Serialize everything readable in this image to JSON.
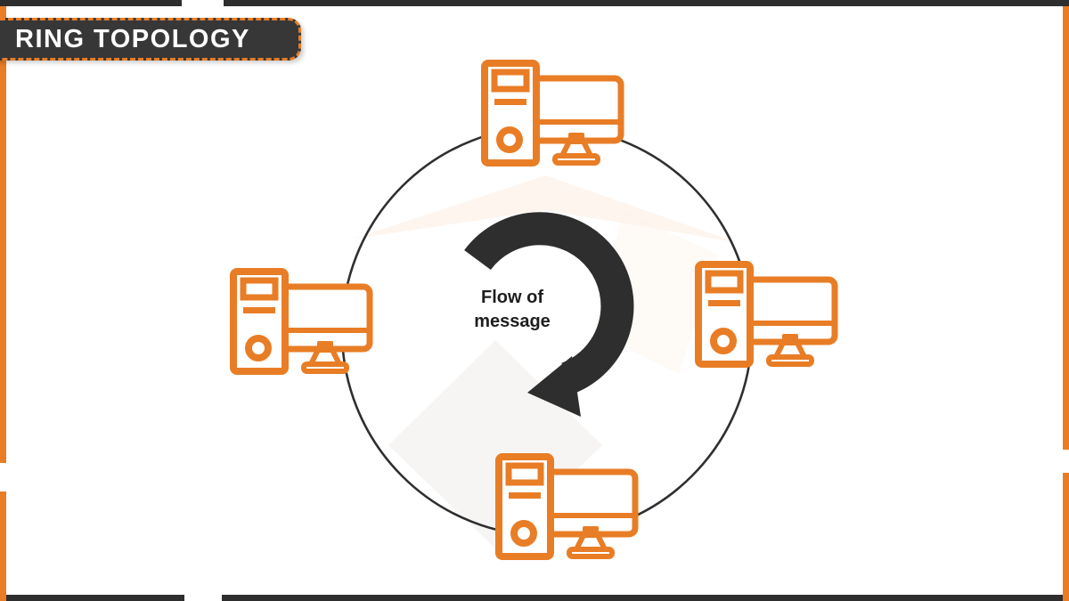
{
  "header": {
    "title": "RING TOPOLOGY",
    "banner_bg": "#373737",
    "banner_border_color": "#E87D26",
    "text_color": "#FFFFFF"
  },
  "frame": {
    "top_bottom_bar_color": "#2E2E2E",
    "left_right_bar_color": "#E87D26"
  },
  "diagram": {
    "type": "ring-network-topology",
    "flow_direction": "clockwise",
    "ring_color": "#2F2F2F",
    "arrow_color": "#2E2E2E",
    "node_color": "#E87D26",
    "center_label": {
      "line1": "Flow of",
      "line2": "message"
    },
    "nodes": [
      {
        "id": "computer-top",
        "icon": "desktop-computer-icon",
        "position": "top"
      },
      {
        "id": "computer-right",
        "icon": "desktop-computer-icon",
        "position": "right"
      },
      {
        "id": "computer-bottom",
        "icon": "desktop-computer-icon",
        "position": "bottom"
      },
      {
        "id": "computer-left",
        "icon": "desktop-computer-icon",
        "position": "left"
      }
    ]
  }
}
